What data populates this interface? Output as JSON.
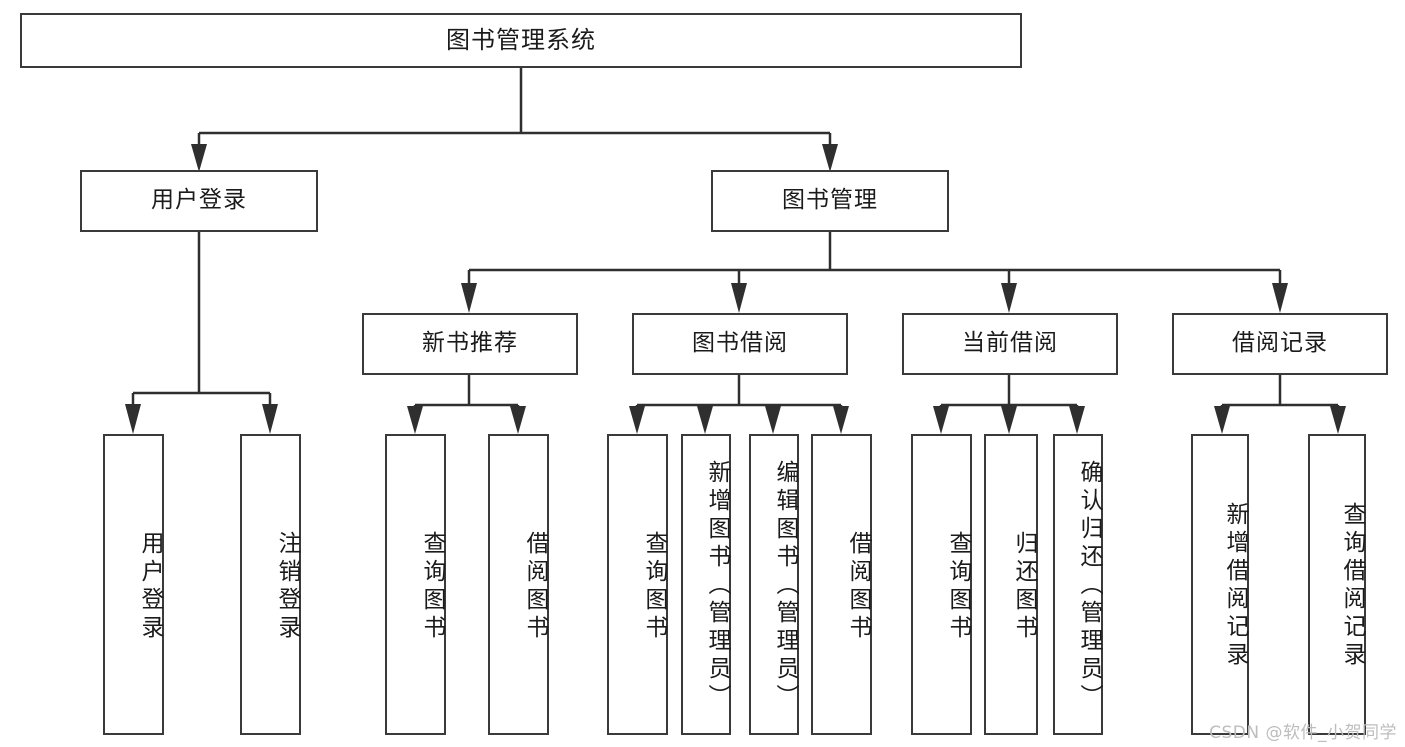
{
  "diagram": {
    "title": "图书管理系统",
    "type": "tree",
    "watermark": "CSDN @软件_小贺同学",
    "colors": {
      "box_border": "#3a3a3a",
      "connector": "#2f2f2f",
      "background": "#ffffff",
      "text": "#1b1b1b",
      "watermark": "#bdbdbd"
    },
    "root": {
      "label": "图书管理系统"
    },
    "level2": [
      {
        "label": "用户登录"
      },
      {
        "label": "图书管理"
      }
    ],
    "level3": [
      {
        "label": "新书推荐"
      },
      {
        "label": "图书借阅"
      },
      {
        "label": "当前借阅"
      },
      {
        "label": "借阅记录"
      }
    ],
    "leaves": {
      "user_login": [
        {
          "label": "用户登录"
        },
        {
          "label": "注销登录"
        }
      ],
      "new_book_recommend": [
        {
          "label": "查询图书"
        },
        {
          "label": "借阅图书"
        }
      ],
      "book_borrow": [
        {
          "label": "查询图书"
        },
        {
          "label": "新增图书（管理员）"
        },
        {
          "label": "编辑图书（管理员）"
        },
        {
          "label": "借阅图书"
        }
      ],
      "current_borrow": [
        {
          "label": "查询图书"
        },
        {
          "label": "归还图书"
        },
        {
          "label": "确认归还（管理员）"
        }
      ],
      "borrow_record": [
        {
          "label": "新增借阅记录"
        },
        {
          "label": "查询借阅记录"
        }
      ]
    }
  }
}
